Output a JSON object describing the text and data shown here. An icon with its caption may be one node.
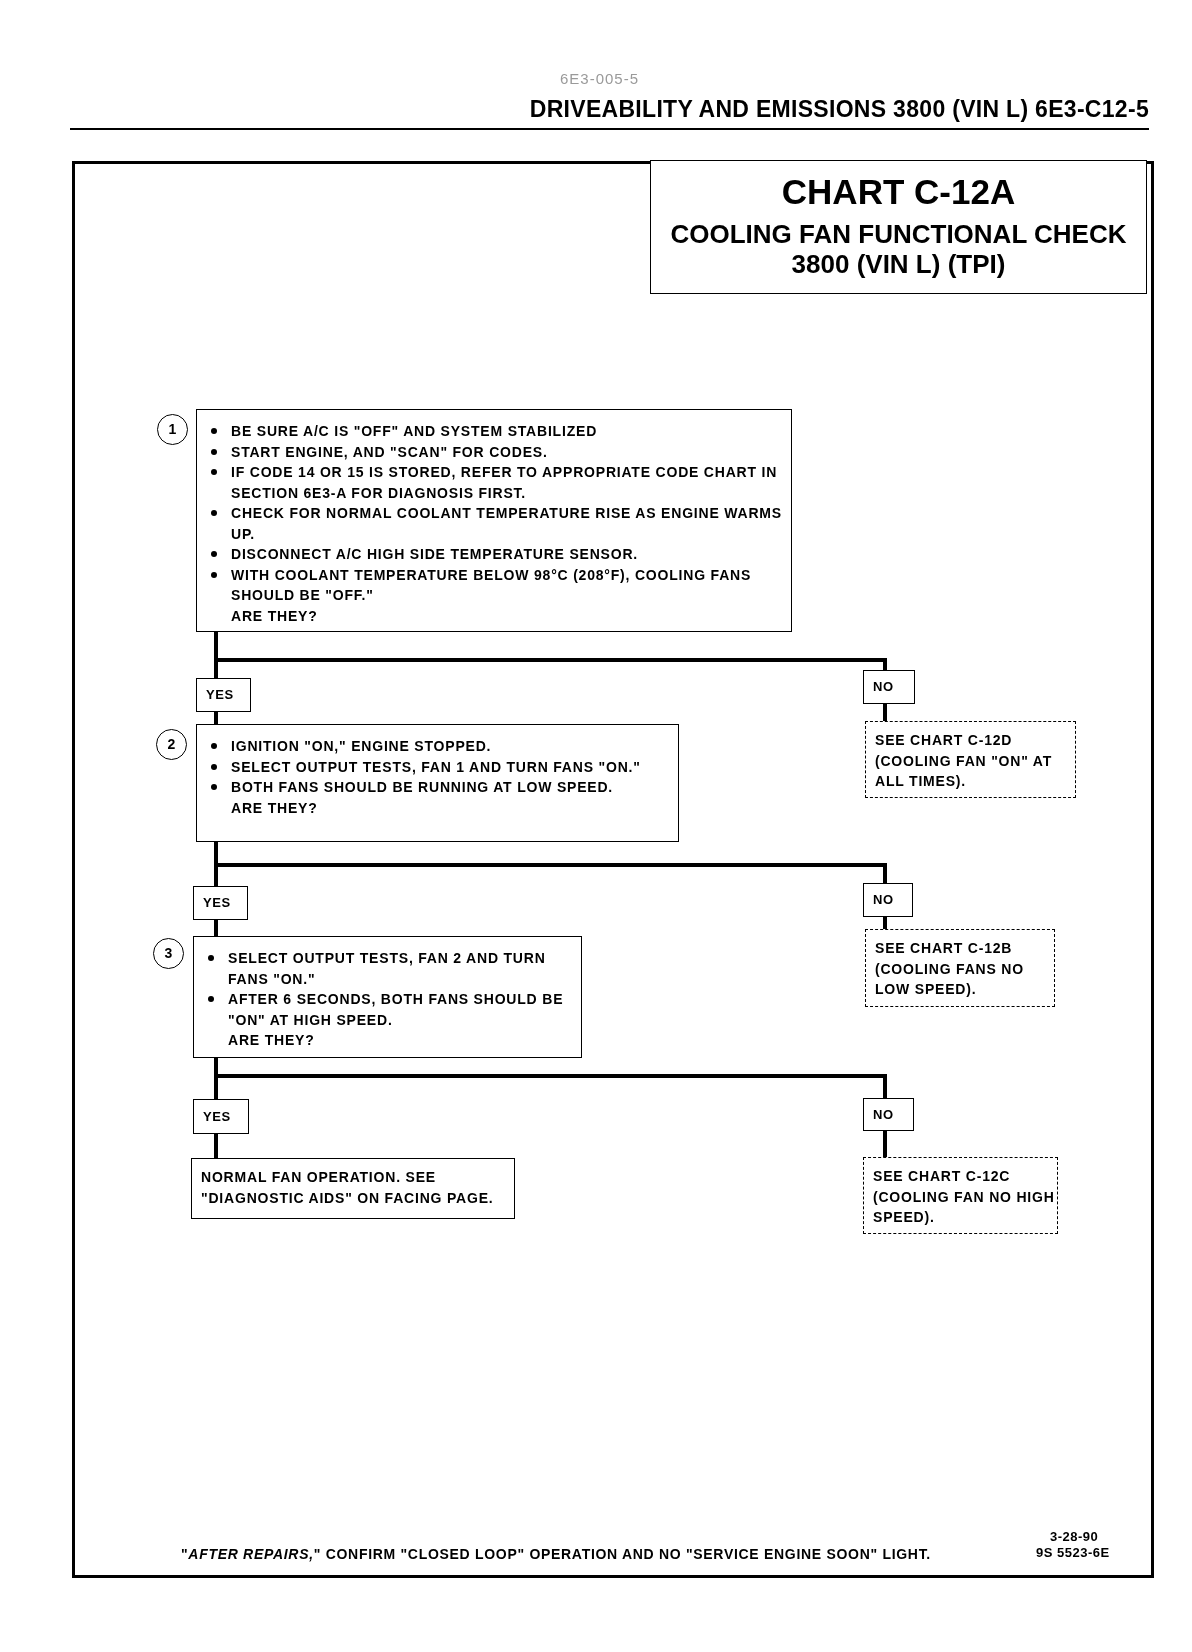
{
  "diagram": {
    "nodes": [
      {
        "text": [
          "CHART C-12A",
          "COOLING FAN FUNCTIONAL CHECK 3800 (VIN L) (TPI)"
        ]
      },
      {
        "text": [
          "BE SURE A/C IS \"OFF\" AND SYSTEM STABILIZED",
          "START ENGINE, AND \"SCAN\" FOR CODES.",
          "IF CODE 14 OR 15 IS STORED, REFER TO APPROPRIATE CODE CHART IN SECTION 6E3-A FOR DIAGNOSIS FIRST.",
          "CHECK FOR NORMAL COOLANT TEMPERATURE RISE AS ENGINE WARMS UP.",
          "DISCONNECT A/C HIGH SIDE TEMPERATURE SENSOR.",
          "WITH COOLANT TEMPERATURE BELOW 98°C (208°F), COOLING FANS SHOULD BE \"OFF.\"",
          "ARE THEY?"
        ],
        "beside": [
          "1"
        ]
      },
      {
        "text": [
          "YES"
        ]
      },
      {
        "text": [
          "NO"
        ]
      },
      {
        "text": [
          "SEE CHART C-12D (COOLING FAN \"ON\" AT ALL TIMES)."
        ]
      },
      {
        "text": [
          "IGNITION \"ON,\" ENGINE STOPPED.",
          "SELECT OUTPUT TESTS, FAN 1 AND TURN FANS \"ON.\"",
          "BOTH FANS SHOULD BE RUNNING AT LOW SPEED.",
          "ARE THEY?"
        ],
        "beside": [
          "2"
        ]
      },
      {
        "text": [
          "YES"
        ]
      },
      {
        "text": [
          "NO"
        ]
      },
      {
        "text": [
          "SEE CHART C-12B (COOLING FANS NO LOW SPEED)."
        ]
      },
      {
        "text": [
          "SELECT OUTPUT TESTS, FAN 2 AND TURN FANS \"ON.\"",
          "AFTER 6 SECONDS, BOTH FANS SHOULD BE \"ON\" AT HIGH SPEED.",
          "ARE THEY?"
        ],
        "beside": [
          "3"
        ]
      },
      {
        "text": [
          "YES"
        ]
      },
      {
        "text": [
          "NO"
        ]
      },
      {
        "text": [
          "NORMAL FAN OPERATION. SEE \"DIAGNOSTIC AIDS\" ON FACING PAGE."
        ]
      },
      {
        "text": [
          "SEE CHART C-12C (COOLING FAN NO HIGH SPEED)."
        ]
      }
    ],
    "edges": [
      {
        "from": 1,
        "to": 2,
        "arrow": "none"
      },
      {
        "from": 1,
        "to": 3,
        "arrow": "none"
      },
      {
        "from": 3,
        "to": 4,
        "arrow": "none"
      },
      {
        "from": 2,
        "to": 5,
        "arrow": "none"
      },
      {
        "from": 5,
        "to": 6,
        "arrow": "none"
      },
      {
        "from": 5,
        "to": 7,
        "arrow": "none"
      },
      {
        "from": 7,
        "to": 8,
        "arrow": "none"
      },
      {
        "from": 6,
        "to": 9,
        "arrow": "none"
      },
      {
        "from": 9,
        "to": 10,
        "arrow": "none"
      },
      {
        "from": 9,
        "to": 11,
        "arrow": "none"
      },
      {
        "from": 11,
        "to": 13,
        "arrow": "none"
      },
      {
        "from": 10,
        "to": 12,
        "arrow": "none"
      }
    ],
    "labels": [
      "6E3-005-5",
      "DRIVEABILITY AND EMISSIONS 3800 (VIN L) 6E3-C12-5",
      "3-28-90",
      "\"*AFTER REPAIRS,*\" CONFIRM \"CLOSED LOOP\" OPERATION AND NO \"SERVICE ENGINE SOON\" LIGHT.",
      "9S 5523-6E"
    ]
  }
}
